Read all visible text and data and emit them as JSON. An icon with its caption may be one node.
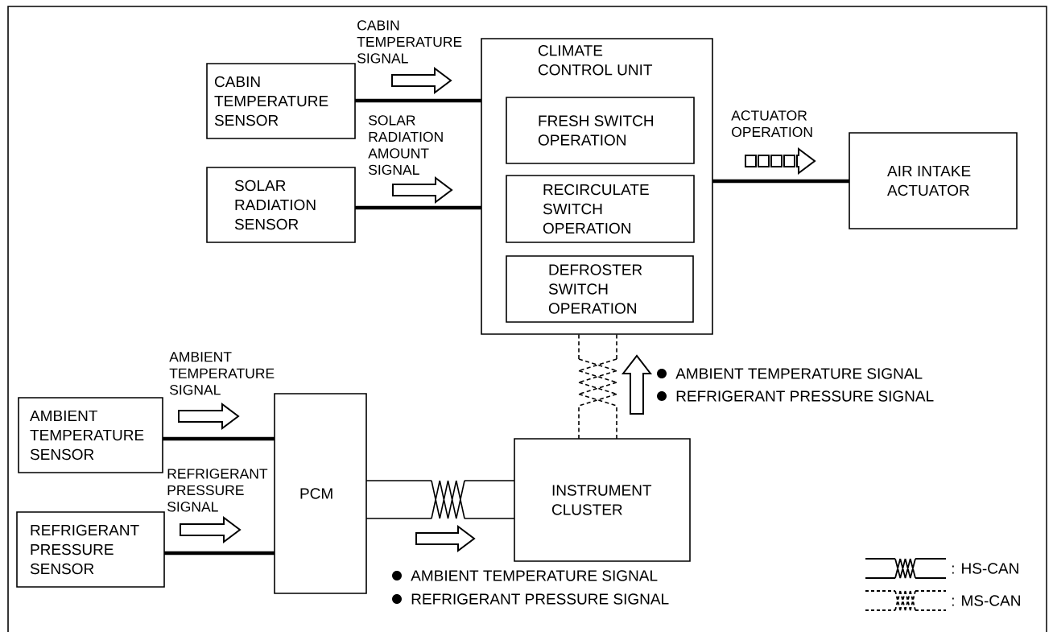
{
  "diagram": {
    "nodes": [
      {
        "text": [
          "CABIN TEMPERATURE SENSOR"
        ]
      },
      {
        "text": [
          "CLIMATE CONTROL UNIT"
        ]
      },
      {
        "text": [
          "FRESH SWITCH OPERATION"
        ],
        "in": 1
      },
      {
        "text": [
          "RECIRCULATE SWITCH OPERATION"
        ],
        "in": 1
      },
      {
        "text": [
          "DEFROSTER SWITCH OPERATION"
        ],
        "in": 1
      },
      {
        "text": [
          "SOLAR RADIATION SENSOR"
        ]
      },
      {
        "text": [
          "AIR INTAKE ACTUATOR"
        ]
      },
      {
        "text": [
          "AMBIENT TEMPERATURE SENSOR"
        ]
      },
      {
        "text": [
          "PCM"
        ]
      },
      {
        "text": [
          "REFRIGERANT PRESSURE SENSOR"
        ]
      },
      {
        "text": [
          "INSTRUMENT CLUSTER"
        ]
      }
    ],
    "edges": [
      {
        "from": 0,
        "to": 1,
        "arrow": "none",
        "label": "CABIN TEMPERATURE SIGNAL"
      },
      {
        "from": 5,
        "to": 1,
        "arrow": "none",
        "label": "SOLAR RADIATION AMOUNT SIGNAL"
      },
      {
        "from": 1,
        "to": 6,
        "arrow": "none",
        "label": "ACTUATOR OPERATION"
      },
      {
        "from": 7,
        "to": 8,
        "arrow": "none",
        "label": "AMBIENT TEMPERATURE SIGNAL"
      },
      {
        "from": 9,
        "to": 8,
        "arrow": "none",
        "label": "REFRIGERANT PRESSURE SIGNAL"
      },
      {
        "from": 8,
        "to": 10,
        "arrow": "none"
      },
      {
        "from": 10,
        "to": 1,
        "arrow": "none",
        "style": "dashed"
      }
    ],
    "labels": [
      "AMBIENT TEMPERATURE SIGNAL",
      "REFRIGERANT PRESSURE SIGNAL",
      "AMBIENT TEMPERATURE SIGNAL",
      "REFRIGERANT PRESSURE SIGNAL"
    ],
    "legend": [
      {
        "text": ": HS-CAN"
      },
      {
        "text": ": MS-CAN"
      }
    ]
  }
}
